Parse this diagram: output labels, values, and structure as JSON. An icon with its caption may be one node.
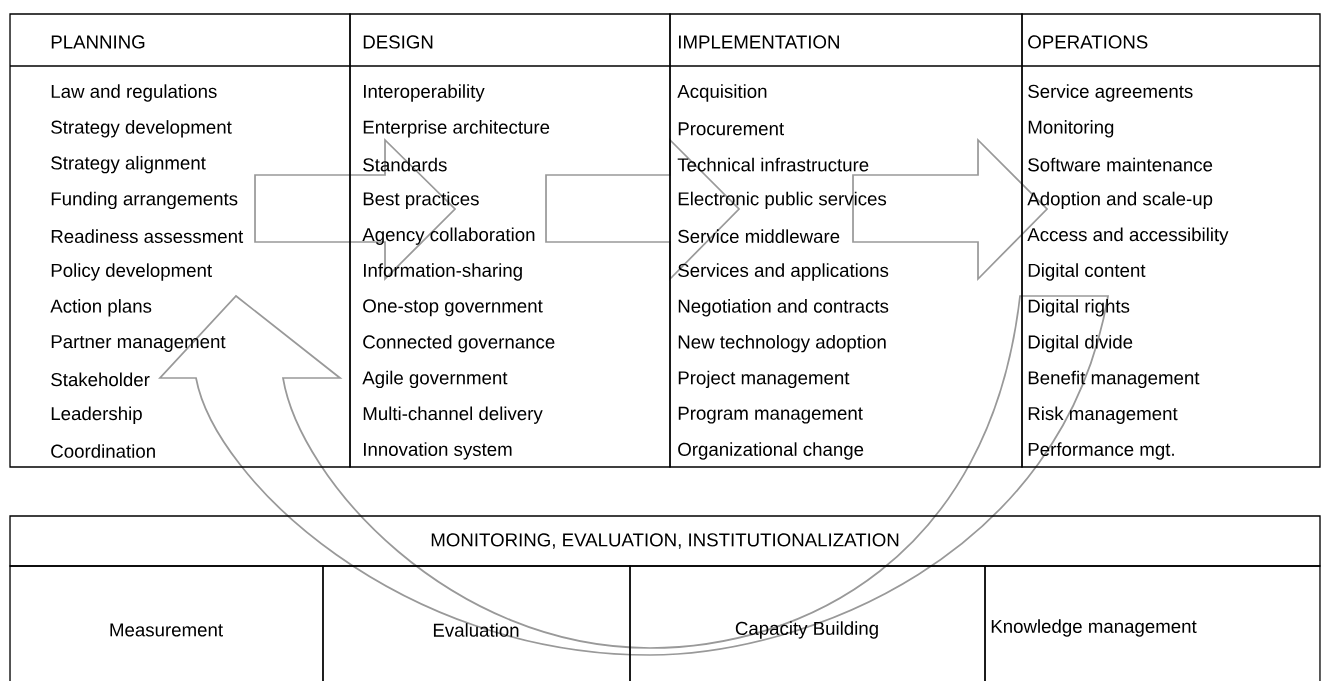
{
  "diagram": {
    "nodes": [
      {
        "text": [
          "PLANNING",
          "Law and regulations",
          "Strategy development",
          "Strategy alignment",
          "Funding arrangements",
          "Readiness assessment",
          "Policy development",
          "Action plans",
          "Partner management",
          "Stakeholder",
          "Leadership",
          "Coordination"
        ]
      },
      {
        "text": [
          "DESIGN",
          "Interoperability",
          "Enterprise architecture",
          "Standards",
          "Best practices",
          "Agency collaboration",
          "Information-sharing",
          "One-stop government",
          "Connected governance",
          "Agile government",
          "Multi-channel delivery",
          "Innovation system"
        ]
      },
      {
        "text": [
          "IMPLEMENTATION",
          "Acquisition",
          "Procurement",
          "Technical infrastructure",
          "Electronic public services",
          "Service middleware",
          "Services and applications",
          "Negotiation and contracts",
          "New technology adoption",
          "Project management",
          "Program management",
          "Organizational change"
        ]
      },
      {
        "text": [
          "OPERATIONS",
          "Service agreements",
          "Monitoring",
          "Software maintenance",
          "Adoption and scale-up",
          "Access and accessibility",
          "Digital content",
          "Digital rights",
          "Digital divide",
          "Benefit management",
          "Risk management",
          "Performance mgt."
        ]
      },
      {
        "text": [
          "MONITORING, EVALUATION, INSTITUTIONALIZATION"
        ]
      },
      {
        "text": [
          "Measurement"
        ]
      },
      {
        "text": [
          "Evaluation"
        ]
      },
      {
        "text": [
          "Capacity Building"
        ]
      },
      {
        "text": [
          "Knowledge management"
        ]
      }
    ],
    "edges": [
      {
        "from": 0,
        "to": 1,
        "arrow": "to"
      },
      {
        "from": 1,
        "to": 2,
        "arrow": "to"
      },
      {
        "from": 2,
        "to": 3,
        "arrow": "to"
      },
      {
        "from": 3,
        "to": 0,
        "arrow": "to"
      }
    ]
  }
}
